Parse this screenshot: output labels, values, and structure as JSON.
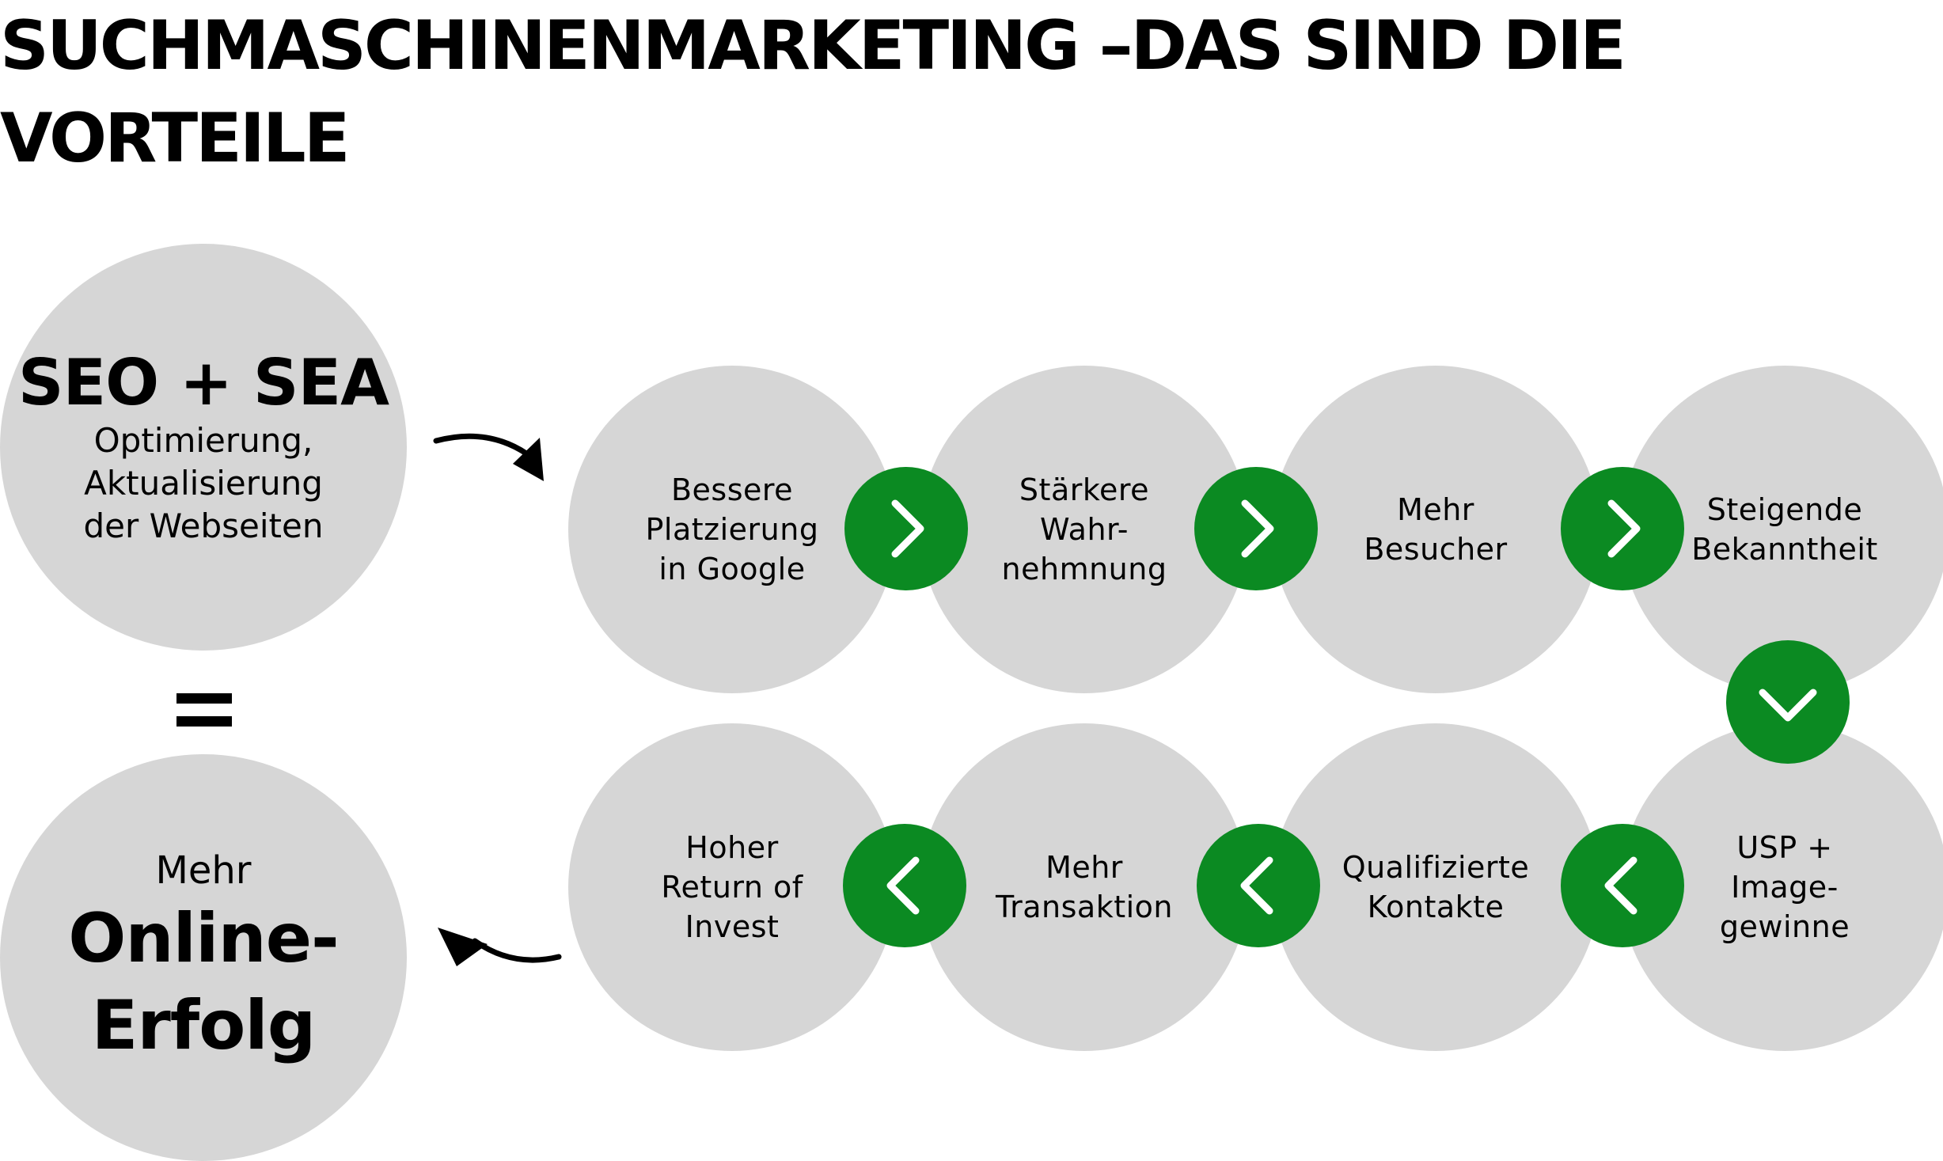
{
  "title": "Suchmaschinenmarketing –das sind die Vorteile",
  "start": {
    "heading": "SEO + SEA",
    "text": "Optimierung,\nAktualisierung\nder Webseiten"
  },
  "result": {
    "pre": "Mehr",
    "main": "Online-\nErfolg"
  },
  "steps": [
    "Bessere\nPlatzierung\nin Google",
    "Stärkere\nWahr-\nnehmnung",
    "Mehr\nBesucher",
    "Steigende\nBekanntheit",
    "USP +\nImage-\ngewinne",
    "Qualifizierte\nKontakte",
    "Mehr\nTransaktion",
    "Hoher\nReturn of\nInvest"
  ],
  "colors": {
    "circle": "#d6d6d6",
    "accent": "#0b8a22",
    "text": "#000000"
  },
  "icons": {
    "right": "chevron-right-icon",
    "down": "chevron-down-icon",
    "left": "chevron-left-icon",
    "curved": "curved-arrow-icon"
  }
}
